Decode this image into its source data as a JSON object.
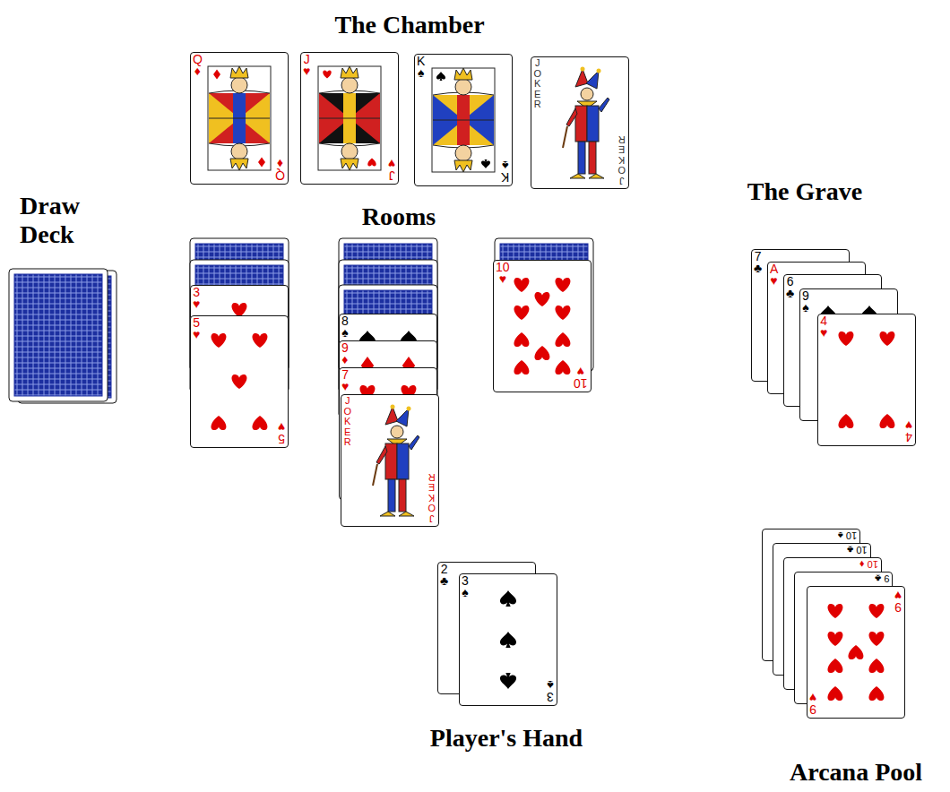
{
  "diagram": {
    "nodes": [
      {
        "text": [
          "Q ♦",
          "Q ♦"
        ]
      },
      {
        "text": [
          "J ♥",
          "J ♥"
        ]
      },
      {
        "text": [
          "K ♠",
          "K ♠"
        ]
      },
      {
        "text": [
          "JOKER",
          "JOKER"
        ]
      },
      {
        "text": [
          "3 ♥"
        ]
      },
      {
        "text": [
          "5 ♥",
          "5 ♥"
        ]
      },
      {
        "text": [
          "8 ♠"
        ]
      },
      {
        "text": [
          "9 ♦"
        ]
      },
      {
        "text": [
          "7 ♥"
        ]
      },
      {
        "text": [
          "JOKER",
          "JOKER"
        ]
      },
      {
        "text": [
          "10 ♥",
          "10 ♥"
        ]
      },
      {
        "text": [
          "7 ♣"
        ]
      },
      {
        "text": [
          "A ♥"
        ]
      },
      {
        "text": [
          "6 ♣"
        ]
      },
      {
        "text": [
          "9 ♠"
        ]
      },
      {
        "text": [
          "4 ♥",
          "4 ♥"
        ]
      },
      {
        "text": [
          "2 ♣"
        ]
      },
      {
        "text": [
          "3 ♠",
          "3 ♠"
        ]
      },
      {
        "text": [
          "10 ♠"
        ]
      },
      {
        "text": [
          "10 ♣"
        ]
      },
      {
        "text": [
          "10 ♦"
        ]
      },
      {
        "text": [
          "9 ♣"
        ]
      },
      {
        "text": [
          "9 ♥",
          "9 ♥"
        ]
      }
    ],
    "labels": [
      "The Chamber",
      "Draw Deck",
      "Rooms",
      "The Grave",
      "Player's Hand",
      "Arcana Pool"
    ]
  }
}
